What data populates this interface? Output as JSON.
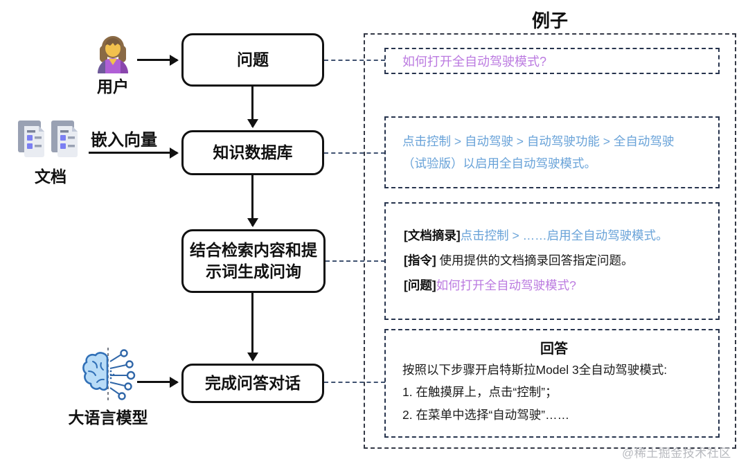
{
  "diagram": {
    "actors": {
      "user": {
        "label": "用户"
      },
      "docs": {
        "label": "文档"
      },
      "llm": {
        "label": "大语言模型"
      }
    },
    "edge_labels": {
      "embed": "嵌入向量"
    },
    "flow_nodes": {
      "question": {
        "label": "问题"
      },
      "kb": {
        "label": "知识数据库"
      },
      "combine": {
        "label": "结合检索内容和提示词生成问询"
      },
      "complete": {
        "label": "完成问答对话"
      }
    }
  },
  "example": {
    "title": "例子",
    "question_box": {
      "text": "如何打开全自动驾驶模式?"
    },
    "retrieval_box": {
      "text": "点击控制 > 自动驾驶 > 自动驾驶功能 > 全自动驾驶（试验版）以启用全自动驾驶模式。"
    },
    "prompt_box": {
      "lines": [
        {
          "label": "[文档摘录]",
          "text": "点击控制 > ……启用全自动驾驶模式。",
          "color": "blue"
        },
        {
          "label": "[指令]",
          "text": " 使用提供的文档摘录回答指定问题。",
          "color": "black"
        },
        {
          "label": "[问题]",
          "text": "如何打开全自动驾驶模式?",
          "color": "purple"
        }
      ]
    },
    "answer_box": {
      "title": "回答",
      "lines": [
        "按照以下步骤开启特斯拉Model 3全自动驾驶模式:",
        "1. 在触摸屏上，点击“控制”；",
        "2. 在菜单中选择“自动驾驶”……"
      ]
    }
  },
  "watermark": "@稀土掘金技术社区",
  "colors": {
    "purple_text": "#bb7ae0",
    "blue_text": "#68a2d8",
    "dashed_border": "#26334d",
    "connector_dash": "#3f5170",
    "node_border": "#111111",
    "watermark_gray": "#b8babf"
  }
}
